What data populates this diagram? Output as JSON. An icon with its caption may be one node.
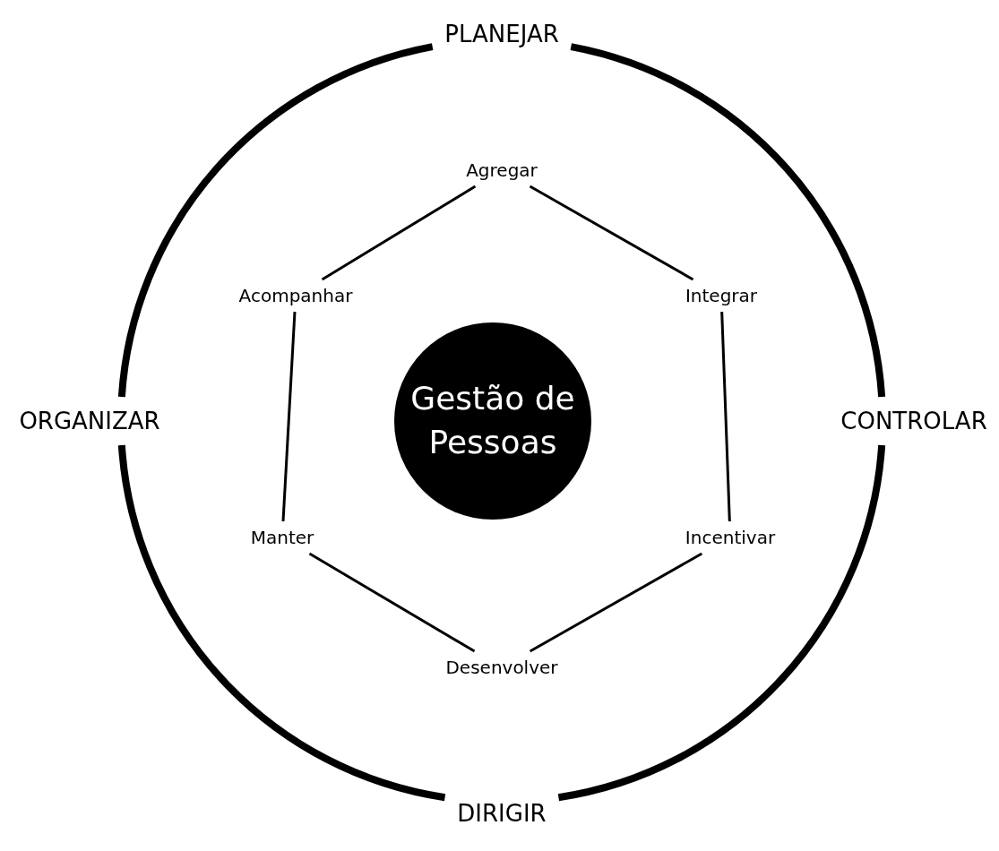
{
  "diagram": {
    "nodes": [
      {
        "text": [
          "PLANEJAR"
        ]
      },
      {
        "text": [
          "CONTROLAR"
        ]
      },
      {
        "text": [
          "DIRIGIR"
        ]
      },
      {
        "text": [
          "ORGANIZAR"
        ]
      },
      {
        "text": [
          "Gestão de Pessoas"
        ]
      },
      {
        "text": [
          "Agregar"
        ]
      },
      {
        "text": [
          "Integrar"
        ]
      },
      {
        "text": [
          "Incentivar"
        ]
      },
      {
        "text": [
          "Desenvolver"
        ]
      },
      {
        "text": [
          "Manter"
        ]
      },
      {
        "text": [
          "Acompanhar"
        ]
      }
    ],
    "edges": [
      {
        "from": 0,
        "to": 1,
        "arrow": "none",
        "style": "thick"
      },
      {
        "from": 1,
        "to": 2,
        "arrow": "none",
        "style": "thick"
      },
      {
        "from": 2,
        "to": 3,
        "arrow": "none",
        "style": "thick"
      },
      {
        "from": 3,
        "to": 0,
        "arrow": "none",
        "style": "thick"
      },
      {
        "from": 5,
        "to": 6,
        "arrow": "none"
      },
      {
        "from": 6,
        "to": 7,
        "arrow": "none"
      },
      {
        "from": 7,
        "to": 8,
        "arrow": "none"
      },
      {
        "from": 8,
        "to": 9,
        "arrow": "none"
      },
      {
        "from": 9,
        "to": 10,
        "arrow": "none"
      },
      {
        "from": 10,
        "to": 5,
        "arrow": "none"
      }
    ]
  }
}
